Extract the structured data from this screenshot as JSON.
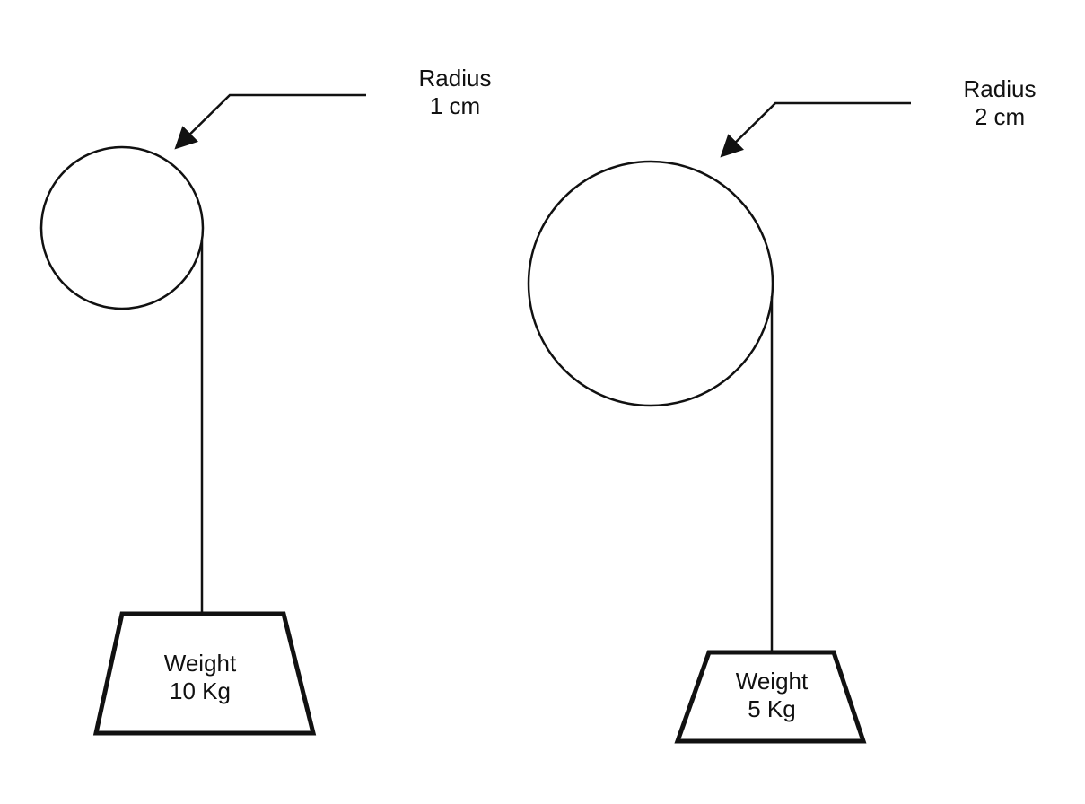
{
  "pulleys": [
    {
      "radius_label": {
        "line1": "Radius",
        "line2": "1 cm"
      },
      "weight_label": {
        "line1": "Weight",
        "line2": "10 Kg"
      }
    },
    {
      "radius_label": {
        "line1": "Radius",
        "line2": "2 cm"
      },
      "weight_label": {
        "line1": "Weight",
        "line2": "5 Kg"
      }
    }
  ]
}
